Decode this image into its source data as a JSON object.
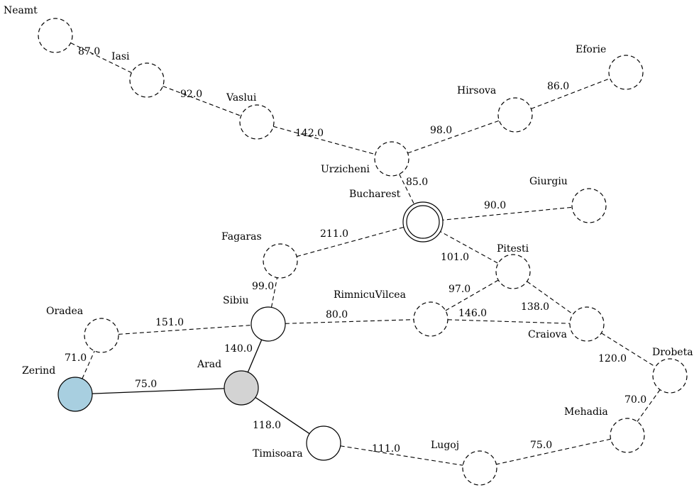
{
  "colors": {
    "current": "#d3d3d3",
    "start": "#a8cfe0",
    "goal_ring": "#000000"
  },
  "nodes": [
    {
      "id": "Neamt",
      "label": "Neamt",
      "status": "unvisited"
    },
    {
      "id": "Iasi",
      "label": "Iasi",
      "status": "unvisited"
    },
    {
      "id": "Vaslui",
      "label": "Vaslui",
      "status": "unvisited"
    },
    {
      "id": "Eforie",
      "label": "Eforie",
      "status": "unvisited"
    },
    {
      "id": "Hirsova",
      "label": "Hirsova",
      "status": "unvisited"
    },
    {
      "id": "Urzicheni",
      "label": "Urzicheni",
      "status": "unvisited"
    },
    {
      "id": "Bucharest",
      "label": "Bucharest",
      "status": "goal"
    },
    {
      "id": "Giurgiu",
      "label": "Giurgiu",
      "status": "unvisited"
    },
    {
      "id": "Fagaras",
      "label": "Fagaras",
      "status": "unvisited"
    },
    {
      "id": "Pitesti",
      "label": "Pitesti",
      "status": "unvisited"
    },
    {
      "id": "Sibiu",
      "label": "Sibiu",
      "status": "visited"
    },
    {
      "id": "RimnicuVilcea",
      "label": "RimnicuVilcea",
      "status": "unvisited"
    },
    {
      "id": "Oradea",
      "label": "Oradea",
      "status": "unvisited"
    },
    {
      "id": "Craiova",
      "label": "Craiova",
      "status": "unvisited"
    },
    {
      "id": "Zerind",
      "label": "Zerind",
      "status": "start"
    },
    {
      "id": "Arad",
      "label": "Arad",
      "status": "current"
    },
    {
      "id": "Drobeta",
      "label": "Drobeta",
      "status": "unvisited"
    },
    {
      "id": "Mehadia",
      "label": "Mehadia",
      "status": "unvisited"
    },
    {
      "id": "Timisoara",
      "label": "Timisoara",
      "status": "visited"
    },
    {
      "id": "Lugoj",
      "label": "Lugoj",
      "status": "unvisited"
    }
  ],
  "edges": [
    {
      "from": "Neamt",
      "to": "Iasi",
      "weight": "87.0",
      "style": "dashed"
    },
    {
      "from": "Iasi",
      "to": "Vaslui",
      "weight": "92.0",
      "style": "dashed"
    },
    {
      "from": "Vaslui",
      "to": "Urzicheni",
      "weight": "142.0",
      "style": "dashed"
    },
    {
      "from": "Urzicheni",
      "to": "Hirsova",
      "weight": "98.0",
      "style": "dashed"
    },
    {
      "from": "Hirsova",
      "to": "Eforie",
      "weight": "86.0",
      "style": "dashed"
    },
    {
      "from": "Urzicheni",
      "to": "Bucharest",
      "weight": "85.0",
      "style": "dashed"
    },
    {
      "from": "Bucharest",
      "to": "Giurgiu",
      "weight": "90.0",
      "style": "dashed"
    },
    {
      "from": "Fagaras",
      "to": "Bucharest",
      "weight": "211.0",
      "style": "dashed"
    },
    {
      "from": "Bucharest",
      "to": "Pitesti",
      "weight": "101.0",
      "style": "dashed"
    },
    {
      "from": "Sibiu",
      "to": "Fagaras",
      "weight": "99.0",
      "style": "dashed"
    },
    {
      "from": "RimnicuVilcea",
      "to": "Pitesti",
      "weight": "97.0",
      "style": "dashed"
    },
    {
      "from": "Pitesti",
      "to": "Craiova",
      "weight": "138.0",
      "style": "dashed"
    },
    {
      "from": "RimnicuVilcea",
      "to": "Craiova",
      "weight": "146.0",
      "style": "dashed"
    },
    {
      "from": "Oradea",
      "to": "Sibiu",
      "weight": "151.0",
      "style": "dashed"
    },
    {
      "from": "Sibiu",
      "to": "RimnicuVilcea",
      "weight": "80.0",
      "style": "dashed"
    },
    {
      "from": "Zerind",
      "to": "Oradea",
      "weight": "71.0",
      "style": "dashed"
    },
    {
      "from": "Arad",
      "to": "Sibiu",
      "weight": "140.0",
      "style": "solid"
    },
    {
      "from": "Zerind",
      "to": "Arad",
      "weight": "75.0",
      "style": "solid"
    },
    {
      "from": "Arad",
      "to": "Timisoara",
      "weight": "118.0",
      "style": "solid"
    },
    {
      "from": "Craiova",
      "to": "Drobeta",
      "weight": "120.0",
      "style": "dashed"
    },
    {
      "from": "Drobeta",
      "to": "Mehadia",
      "weight": "70.0",
      "style": "dashed"
    },
    {
      "from": "Mehadia",
      "to": "Lugoj",
      "weight": "75.0",
      "style": "dashed"
    },
    {
      "from": "Timisoara",
      "to": "Lugoj",
      "weight": "111.0",
      "style": "dashed"
    }
  ]
}
